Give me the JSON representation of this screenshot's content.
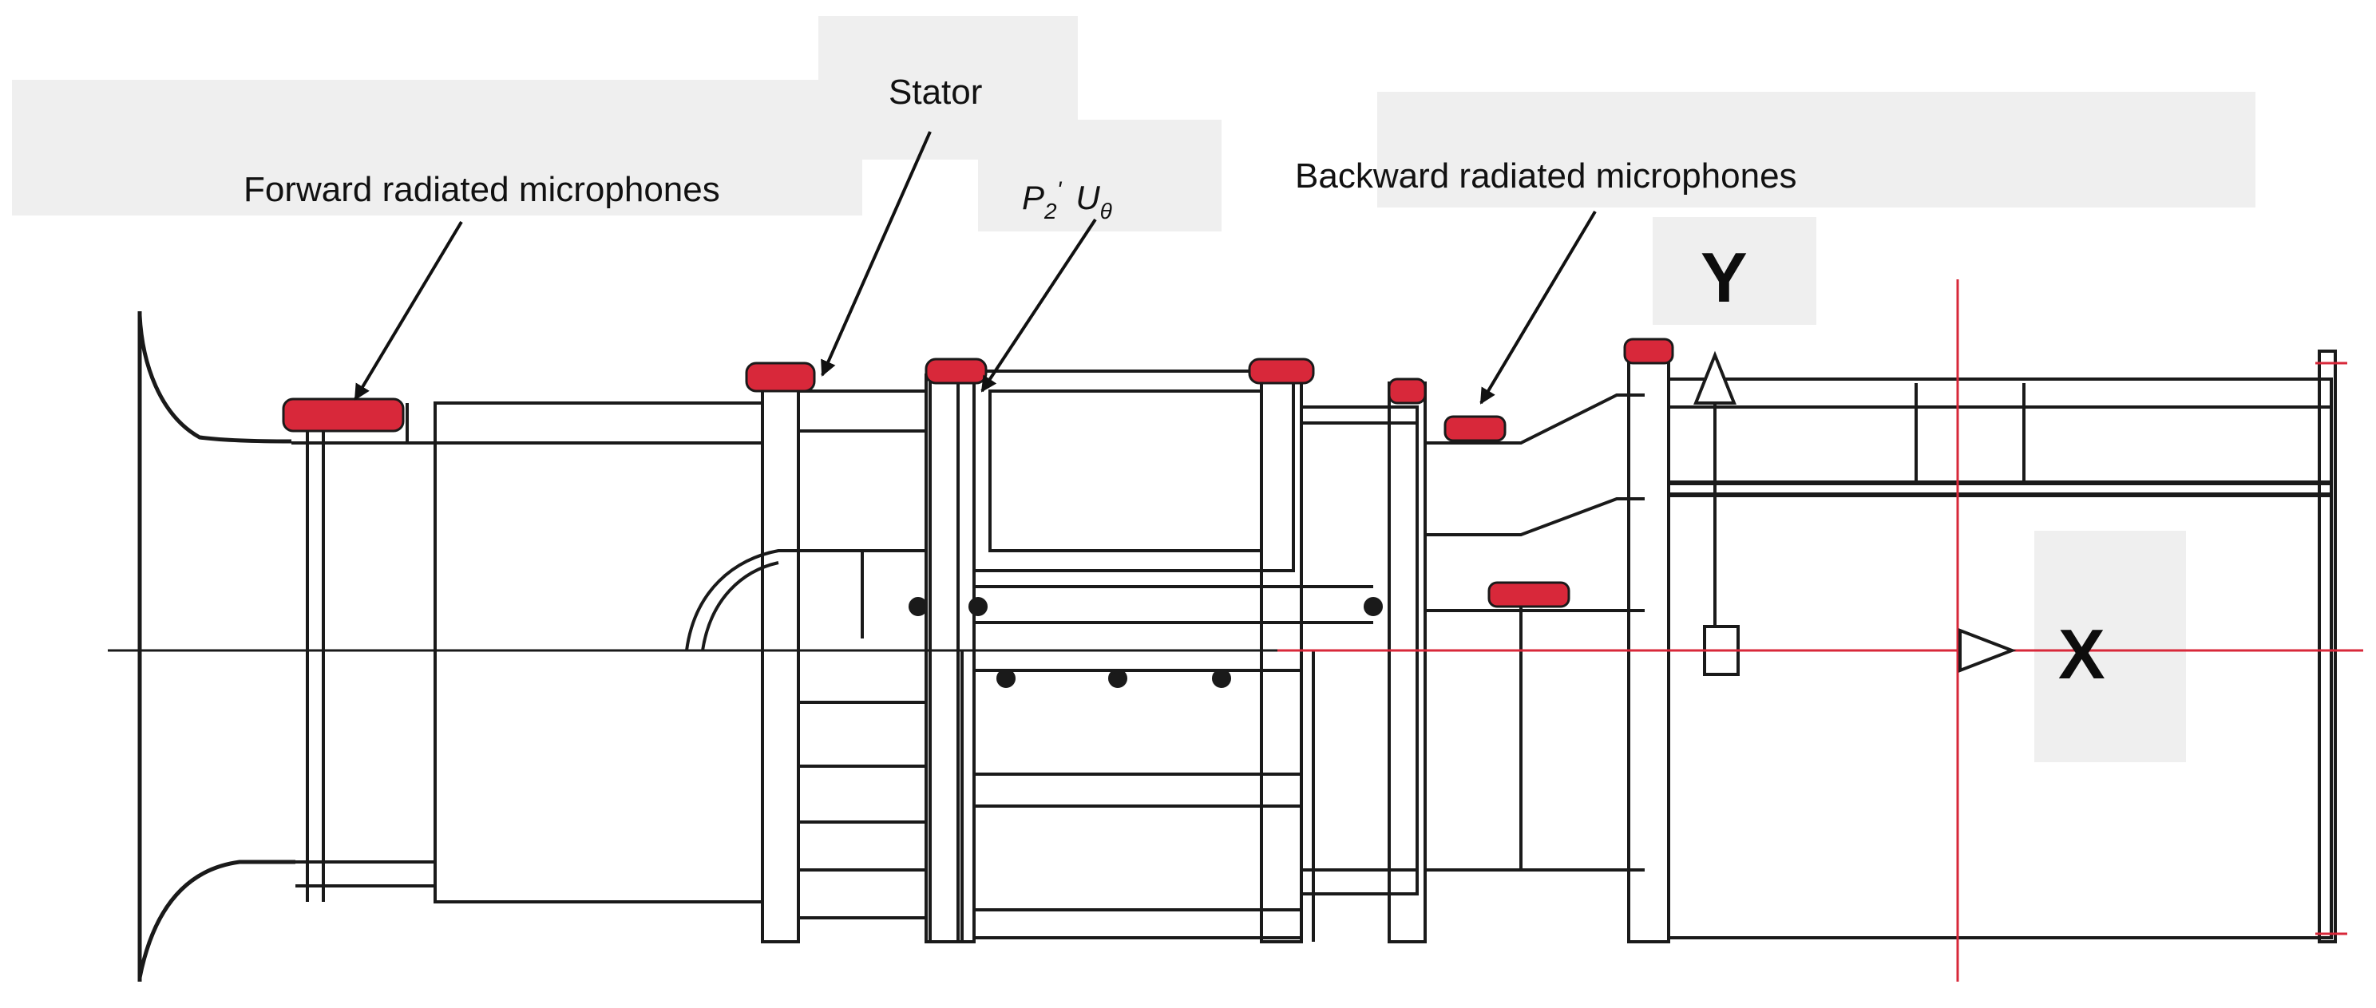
{
  "labels": {
    "forward": "Forward radiated microphones",
    "stator": "Stator",
    "probe_p": "P",
    "probe_p_sub": "2",
    "probe_p_sup": "'",
    "probe_u": "U",
    "probe_u_sub": "θ",
    "backward": "Backward radiated microphones",
    "axis_y": "Y",
    "axis_x": "X"
  },
  "colors": {
    "line": "#1a1a1a",
    "accent_red": "#d8283a",
    "label_bg": "#efefef",
    "background": "#ffffff"
  }
}
